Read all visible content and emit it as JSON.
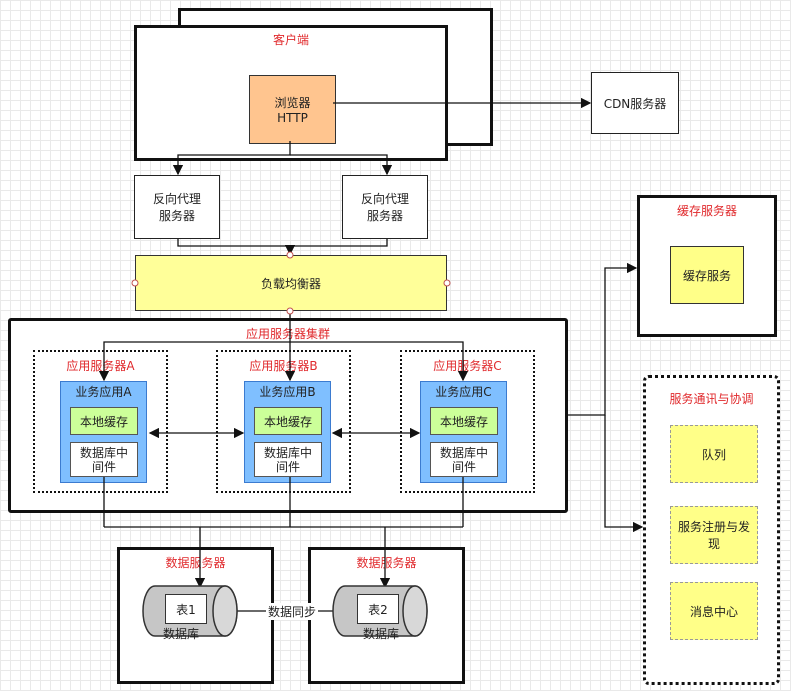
{
  "client": {
    "title": "客户端",
    "browser": "浏览器",
    "browser_sub": "HTTP"
  },
  "cdn": {
    "label": "CDN服务器"
  },
  "proxy": [
    {
      "label": "反向代理\n服务器"
    },
    {
      "label": "反向代理\n服务器"
    }
  ],
  "load_balancer": {
    "label": "负载均衡器"
  },
  "cluster": {
    "title": "应用服务器集群",
    "servers": [
      {
        "title": "应用服务器A",
        "app": "业务应用A",
        "cache": "本地缓存",
        "db_mw": "数据库中\n间件"
      },
      {
        "title": "应用服务器B",
        "app": "业务应用B",
        "cache": "本地缓存",
        "db_mw": "数据库中\n间件"
      },
      {
        "title": "应用服务器C",
        "app": "业务应用C",
        "cache": "本地缓存",
        "db_mw": "数据库中\n间件"
      }
    ]
  },
  "cache_server": {
    "title": "缓存服务器",
    "service": "缓存服务"
  },
  "coordination": {
    "title": "服务通讯与协调",
    "items": [
      "队列",
      "服务注册与发\n现",
      "消息中心"
    ]
  },
  "data_servers": [
    {
      "title": "数据服务器",
      "table": "表1",
      "db": "数据库"
    },
    {
      "title": "数据服务器",
      "table": "表2",
      "db": "数据库"
    }
  ],
  "sync_label": "数据同步",
  "colors": {
    "browser": "#ffc58f",
    "load_balancer": "#ffff99",
    "app": "#7fbfff",
    "cache": "#ccff99",
    "service": "#ffff88",
    "title_red": "#e0292c"
  }
}
